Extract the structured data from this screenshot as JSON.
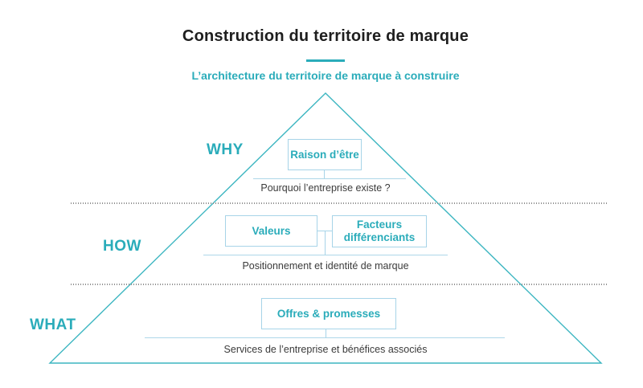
{
  "header": {
    "title": "Construction du territoire de marque",
    "subtitle": "L’architecture du territoire de marque à construire"
  },
  "pyramid": {
    "levels": [
      {
        "label": "WHY",
        "boxes": [
          "Raison d’être"
        ],
        "caption": "Pourquoi l’entreprise existe ?"
      },
      {
        "label": "HOW",
        "boxes": [
          "Valeurs",
          "Facteurs différenciants"
        ],
        "caption": "Positionnement et identité de marque"
      },
      {
        "label": "WHAT",
        "boxes": [
          "Offres & promesses"
        ],
        "caption": "Services de l’entreprise et bénéfices associés"
      }
    ]
  },
  "colors": {
    "teal_accent": "#2aacba",
    "pyramid_outline": "#3db6c1",
    "box_border": "#a7d4e8",
    "rule_line": "#aed7e9",
    "caption_text": "#3b3b3b",
    "title_text": "#1e1e1e",
    "separator_dots": "#8f8f8f",
    "background": "#ffffff"
  }
}
